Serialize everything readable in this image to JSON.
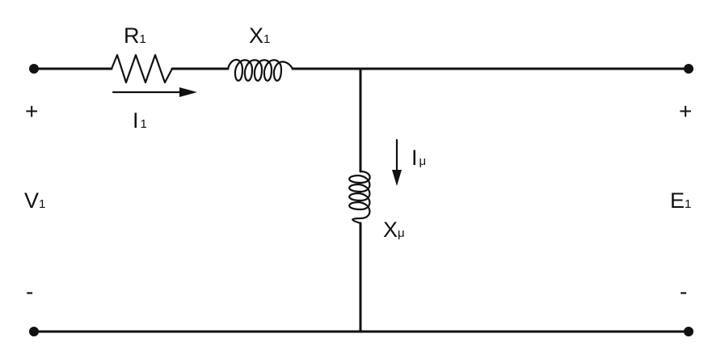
{
  "diagram": {
    "r1": {
      "main": "R",
      "sub": "1"
    },
    "x1": {
      "main": "X",
      "sub": "1"
    },
    "i1": {
      "main": "I",
      "sub": "1"
    },
    "imu": {
      "main": "I",
      "sub": "μ"
    },
    "xmu": {
      "main": "X",
      "sub": "μ"
    },
    "v1": {
      "main": "V",
      "sub": "1"
    },
    "e1": {
      "main": "E",
      "sub": "1"
    },
    "plus": "+",
    "minus": "-"
  }
}
